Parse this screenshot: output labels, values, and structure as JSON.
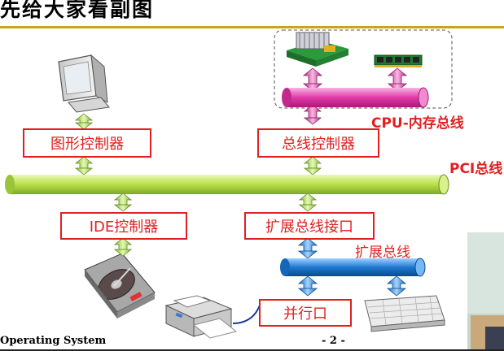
{
  "slide": {
    "title": "先给大家看副图",
    "footer_left": "Operating System",
    "footer_page": "- 2 -"
  },
  "buses": {
    "cpu_memory": "CPU-内存总线",
    "pci": "PCI总线",
    "expansion": "扩展总线"
  },
  "controllers": {
    "graphics": "图形控制器",
    "bus": "总线控制器",
    "ide": "IDE控制器",
    "expansion_interface": "扩展总线接口",
    "parallel_port": "并行口"
  },
  "colors": {
    "label_red": "#e02020",
    "pci_bus": "#b8e04a",
    "cpu_bus": "#e23aa8",
    "expansion_bus": "#1d78d0",
    "arrow_green": "#b6e06a",
    "arrow_blue": "#3e95e0",
    "divider_gold": "#c9a418"
  }
}
